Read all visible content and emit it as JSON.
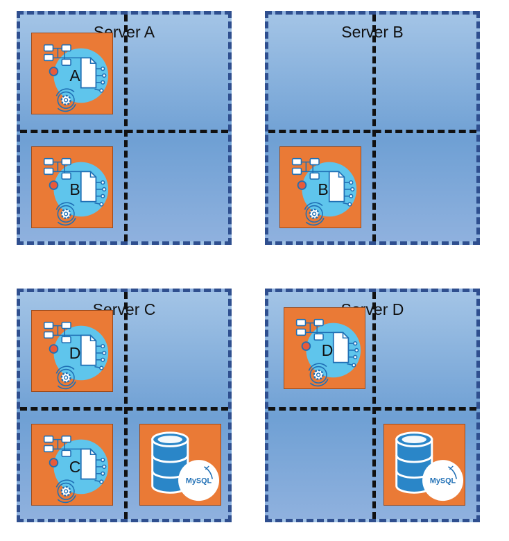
{
  "servers": [
    {
      "title": "Server A"
    },
    {
      "title": "Server B"
    },
    {
      "title": "Server C"
    },
    {
      "title": "Server D"
    }
  ],
  "apps": {
    "a_top": "A",
    "a_bottom": "B",
    "b_bottom": "B",
    "c_top": "D",
    "c_bottom": "C",
    "d_top": "D"
  },
  "database": {
    "label": "MySQL"
  },
  "icons": {
    "app": "microservice-app-icon",
    "db": "mysql-database-icon"
  },
  "colors": {
    "tile": "#ea7a36",
    "server_border": "#2f4f8f",
    "db_cylinder": "#2a86c8"
  }
}
